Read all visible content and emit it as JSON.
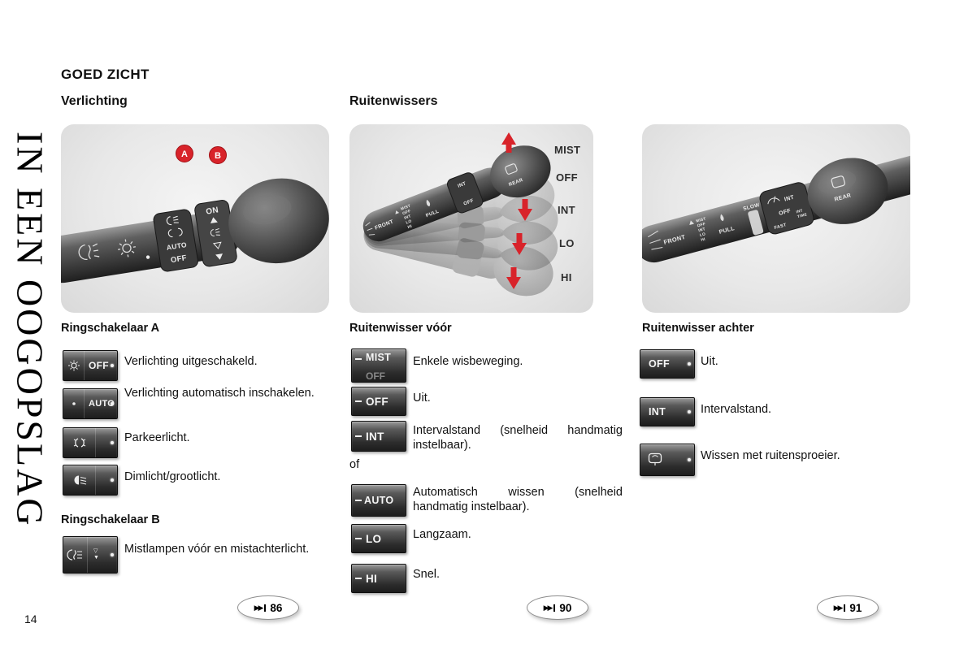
{
  "page": {
    "vertical_title": "IN EEN OOGOPSLAG",
    "title": "GOED ZICHT",
    "page_number": "14"
  },
  "lighting": {
    "column_title": "Verlichting",
    "image": {
      "badge_a": "A",
      "badge_b": "B",
      "on": "ON",
      "auto": "AUTO",
      "off": "OFF"
    },
    "ring_a": {
      "title": "Ringschakelaar A",
      "items": [
        {
          "icon": "light-off-switch-icon",
          "icon_label": "OFF",
          "text": "Verlichting uitgeschakeld."
        },
        {
          "icon": "light-auto-switch-icon",
          "icon_label": "AUTO",
          "text": "Verlichting automatisch inschakelen."
        },
        {
          "icon": "parking-light-switch-icon",
          "icon_label": "",
          "text": "Parkeerlicht."
        },
        {
          "icon": "low-beam-switch-icon",
          "icon_label": "",
          "text": "Dimlicht/grootlicht."
        }
      ]
    },
    "ring_b": {
      "title": "Ringschakelaar B",
      "items": [
        {
          "icon": "fog-light-switch-icon",
          "icon_label": "",
          "text": "Mistlampen vóór en mistachterlicht."
        }
      ]
    },
    "page_ref": "86"
  },
  "front_wiper": {
    "column_title": "Ruitenwissers",
    "section_title": "Ruitenwisser vóór",
    "image": {
      "positions": [
        "MIST",
        "OFF",
        "INT",
        "LO",
        "HI"
      ],
      "front": "FRONT",
      "pull": "PULL",
      "rear": "REAR",
      "int": "INT",
      "off": "OFF"
    },
    "items": [
      {
        "icon_label": "MIST",
        "icon_sub": "OFF",
        "text": "Enkele wisbeweging."
      },
      {
        "icon_label": "OFF",
        "icon_sub": "",
        "text": "Uit."
      },
      {
        "icon_label": "INT",
        "icon_sub": "",
        "text": "Intervalstand (snelheid handmatig instelbaar)."
      },
      {
        "icon_label": "AUTO",
        "icon_sub": "",
        "text": "Automatisch wissen (snelheid handmatig instelbaar)."
      },
      {
        "icon_label": "LO",
        "icon_sub": "",
        "text": "Langzaam."
      },
      {
        "icon_label": "HI",
        "icon_sub": "",
        "text": "Snel."
      }
    ],
    "or_label": "of",
    "page_ref": "90"
  },
  "rear_wiper": {
    "section_title": "Ruitenwisser achter",
    "image": {
      "slow": "SLOW",
      "fast": "FAST",
      "front": "FRONT",
      "pull": "PULL",
      "rear": "REAR",
      "int": "INT",
      "off": "OFF",
      "int_time_1": "INT",
      "int_time_2": "TIME"
    },
    "items": [
      {
        "icon_label": "OFF",
        "text": "Uit."
      },
      {
        "icon_label": "INT",
        "text": "Intervalstand."
      },
      {
        "icon_label": "",
        "text": "Wissen met ruitensproeier."
      }
    ],
    "page_ref": "91"
  }
}
